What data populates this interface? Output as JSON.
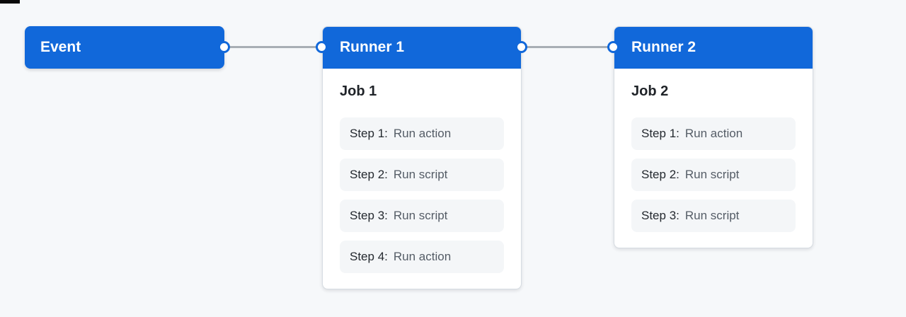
{
  "diagram": {
    "description": "Workflow diagram: Event triggers Runner 1 which connects to Runner 2",
    "colors": {
      "page_background": "#f6f8fa",
      "node_blue": "#1168da",
      "connector_gray": "#a8aeb4",
      "card_background": "#ffffff",
      "step_background": "#f4f6f8",
      "title_text": "#1f2328",
      "step_desc_text": "#545c66"
    }
  },
  "nodes": {
    "event": {
      "label": "Event"
    },
    "runner1": {
      "label": "Runner 1",
      "job": {
        "title": "Job 1",
        "steps": [
          {
            "label": "Step 1:",
            "desc": "Run action"
          },
          {
            "label": "Step 2:",
            "desc": "Run script"
          },
          {
            "label": "Step 3:",
            "desc": "Run script"
          },
          {
            "label": "Step 4:",
            "desc": "Run action"
          }
        ]
      }
    },
    "runner2": {
      "label": "Runner 2",
      "job": {
        "title": "Job 2",
        "steps": [
          {
            "label": "Step 1:",
            "desc": "Run action"
          },
          {
            "label": "Step 2:",
            "desc": "Run script"
          },
          {
            "label": "Step 3:",
            "desc": "Run script"
          }
        ]
      }
    }
  }
}
